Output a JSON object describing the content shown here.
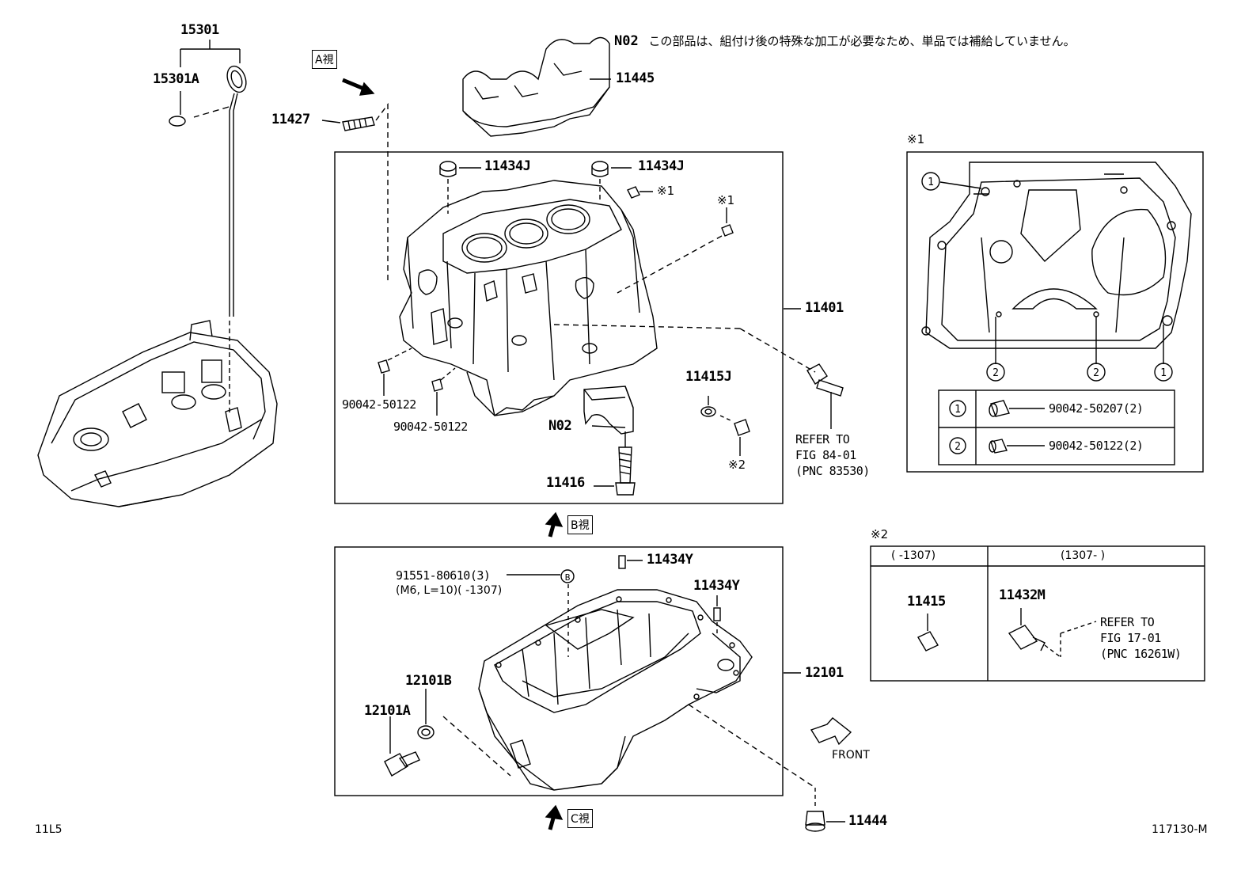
{
  "header_note": {
    "code": "N02",
    "text": "この部品は、組付け後の特殊な加工が必要なため、単品では補給していません。"
  },
  "view_tags": {
    "a": "A視",
    "b": "B視",
    "c": "C視"
  },
  "parts": {
    "p15301": "15301",
    "p15301A": "15301A",
    "p11427": "11427",
    "p11445": "11445",
    "p11434J_left": "11434J",
    "p11434J_right": "11434J",
    "ref1_a": "※1",
    "ref1_b": "※1",
    "p11401": "11401",
    "p11415J": "11415J",
    "ref2_a": "※2",
    "p90042_a": "90042-50122",
    "p90042_b": "90042-50122",
    "n02": "N02",
    "p11416": "11416",
    "p11434Y_a": "11434Y",
    "p11434Y_b": "11434Y",
    "p91551_line1": "91551-80610(3)",
    "p91551_line2": "(M6, L=10)(      -1307)",
    "circle_b": "B",
    "p12101": "12101",
    "p12101B": "12101B",
    "p12101A": "12101A",
    "p11444": "11444",
    "front": "FRONT"
  },
  "refer_84": {
    "l1": "REFER TO",
    "l2": "FIG 84-01",
    "l3": "(PNC 83530)"
  },
  "detail1": {
    "title": "※1",
    "callouts": [
      "1",
      "2",
      "2",
      "1"
    ],
    "rows": [
      {
        "num": "1",
        "part": "90042-50207(2)"
      },
      {
        "num": "2",
        "part": "90042-50122(2)"
      }
    ]
  },
  "detail2": {
    "title": "※2",
    "col_left": "(      -1307)",
    "col_right": "(1307-      )",
    "left_part": "11415",
    "right_part": "11432M",
    "refer": {
      "l1": "REFER TO",
      "l2": "FIG 17-01",
      "l3": "(PNC 16261W)"
    }
  },
  "footer": {
    "left": "11L5",
    "right": "117130-M"
  }
}
